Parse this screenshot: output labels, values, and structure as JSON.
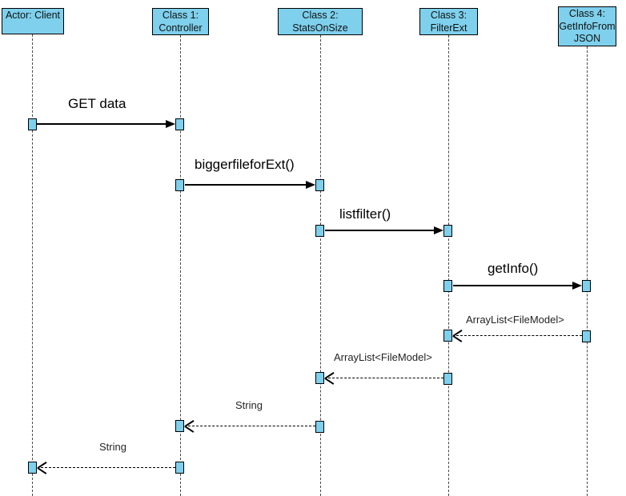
{
  "diagram": {
    "type": "uml-sequence-diagram",
    "colors": {
      "node_fill": "#7ED0EC",
      "node_border": "#000000",
      "background": "#FFFFFF"
    },
    "lifelines": [
      {
        "id": "client",
        "lines": [
          "Actor: Client"
        ]
      },
      {
        "id": "controller",
        "lines": [
          "Class 1:",
          "Controller"
        ]
      },
      {
        "id": "stats",
        "lines": [
          "Class 2:",
          "StatsOnSize"
        ]
      },
      {
        "id": "filter",
        "lines": [
          "Class 3:",
          "FilterExt"
        ]
      },
      {
        "id": "json",
        "lines": [
          "Class 4:",
          "GetInfoFrom",
          "JSON"
        ]
      }
    ],
    "messages": [
      {
        "label": "GET data",
        "type": "call",
        "from": "client",
        "to": "controller"
      },
      {
        "label": "biggerfileforExt()",
        "type": "call",
        "from": "controller",
        "to": "stats"
      },
      {
        "label": "listfilter()",
        "type": "call",
        "from": "stats",
        "to": "filter"
      },
      {
        "label": "getInfo()",
        "type": "call",
        "from": "filter",
        "to": "json"
      },
      {
        "label": "ArrayList<FileModel>",
        "type": "return",
        "from": "json",
        "to": "filter"
      },
      {
        "label": "ArrayList<FileModel>",
        "type": "return",
        "from": "filter",
        "to": "stats"
      },
      {
        "label": "String",
        "type": "return",
        "from": "stats",
        "to": "controller"
      },
      {
        "label": "String",
        "type": "return",
        "from": "controller",
        "to": "client"
      }
    ]
  }
}
